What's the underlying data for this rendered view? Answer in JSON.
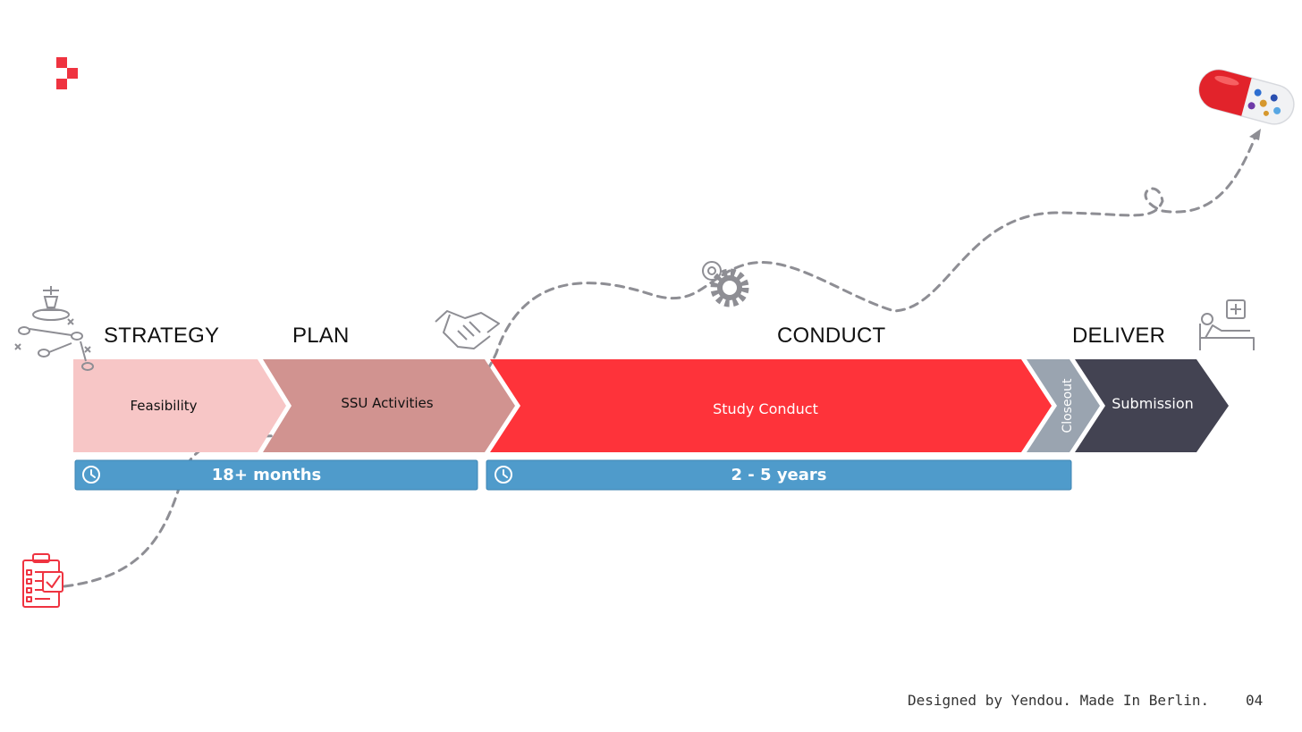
{
  "phases": [
    {
      "id": "strategy",
      "title": "STRATEGY"
    },
    {
      "id": "plan",
      "title": "PLAN"
    },
    {
      "id": "conduct",
      "title": "CONDUCT"
    },
    {
      "id": "deliver",
      "title": "DELIVER"
    }
  ],
  "steps": [
    {
      "label": "Feasibility",
      "color": "#f7c6c6",
      "text_color": "#111111"
    },
    {
      "label": "SSU Activities",
      "color": "#d19390",
      "text_color": "#111111"
    },
    {
      "label": "Study Conduct",
      "color": "#fe333a",
      "text_color": "#ffffff"
    },
    {
      "label": "Closeout",
      "color": "#9aa4b0",
      "text_color": "#ffffff"
    },
    {
      "label": "Submission",
      "color": "#434352",
      "text_color": "#ffffff"
    }
  ],
  "durations": [
    {
      "label": "18+ months",
      "icon": "clock-icon"
    },
    {
      "label": "2 - 5 years",
      "icon": "clock-icon"
    }
  ],
  "colors": {
    "accent_red": "#ef3340",
    "duration_bar": "#4f9bcb",
    "path_gray": "#8e8e94"
  },
  "icons": [
    "logo-icon",
    "chess-strategy-icon",
    "handshake-icon",
    "gear-icon",
    "hospital-bed-icon",
    "pill-capsule-icon",
    "checklist-clipboard-icon"
  ],
  "footer": {
    "credit": "Designed by Yendou. Made In Berlin.",
    "page_number": "04"
  }
}
